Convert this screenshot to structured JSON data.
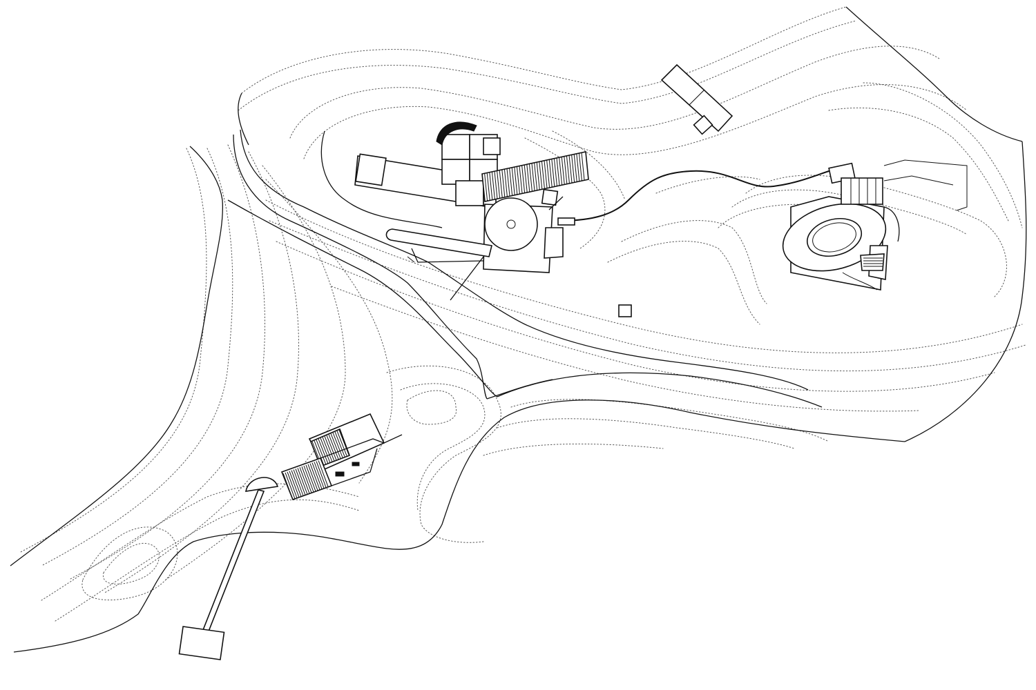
{
  "drawing": {
    "type": "site-plan",
    "colors": {
      "background": "#ffffff",
      "ink": "#111111",
      "contour": "#555555"
    },
    "features": [
      "shoreline",
      "contour-lines",
      "access-road",
      "main-house",
      "north-outbuilding",
      "east-pavilion",
      "boathouse",
      "pier",
      "curved-footpath",
      "small-structure"
    ]
  }
}
